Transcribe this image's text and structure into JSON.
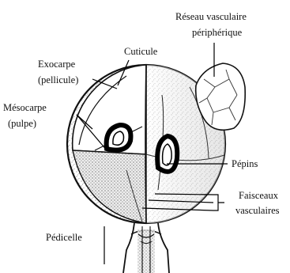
{
  "diagram": {
    "labels": {
      "reseau_line1": "Réseau vasculaire",
      "reseau_line2": "périphérique",
      "cuticule": "Cuticule",
      "exocarpe_line1": "Exocarpe",
      "exocarpe_line2": "(pellicule)",
      "mesocarpe_line1": "Mésocarpe",
      "mesocarpe_line2": "(pulpe)",
      "pepins": "Pépins",
      "faisceaux_line1": "Faisceaux",
      "faisceaux_line2": "vasculaires",
      "pedicelle": "Pédicelle"
    }
  }
}
